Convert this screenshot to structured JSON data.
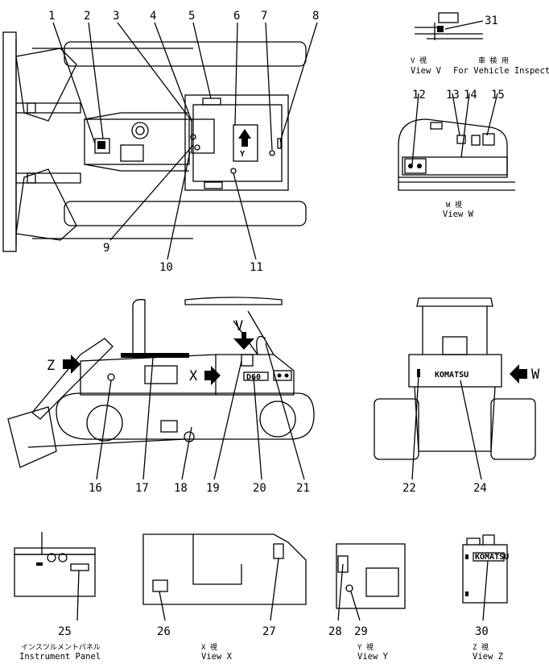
{
  "callouts": [
    "1",
    "2",
    "3",
    "4",
    "5",
    "6",
    "7",
    "8",
    "9",
    "10",
    "11",
    "12",
    "13",
    "14",
    "15",
    "16",
    "17",
    "18",
    "19",
    "20",
    "21",
    "22",
    "24",
    "25",
    "26",
    "27",
    "28",
    "29",
    "30",
    "31"
  ],
  "view_arrows": {
    "v": "V",
    "w": "W",
    "x": "X",
    "y": "Y",
    "z": "Z"
  },
  "views": {
    "v": {
      "jp": "V 視",
      "en": "View V",
      "jp_right": "車 検 用",
      "en_right": "For Vehicle Inspectorial"
    },
    "w": {
      "jp": "W 視",
      "en": "View W"
    },
    "x": {
      "jp": "X 視",
      "en": "View X"
    },
    "y": {
      "jp": "Y 視",
      "en": "View Y"
    },
    "z": {
      "jp": "Z 視",
      "en": "View Z"
    },
    "instrument": {
      "jp": "インスツルメントパネル",
      "en": "Instrument Panel"
    }
  },
  "labels": {
    "model": "D60",
    "brand": "KOMATSU"
  }
}
